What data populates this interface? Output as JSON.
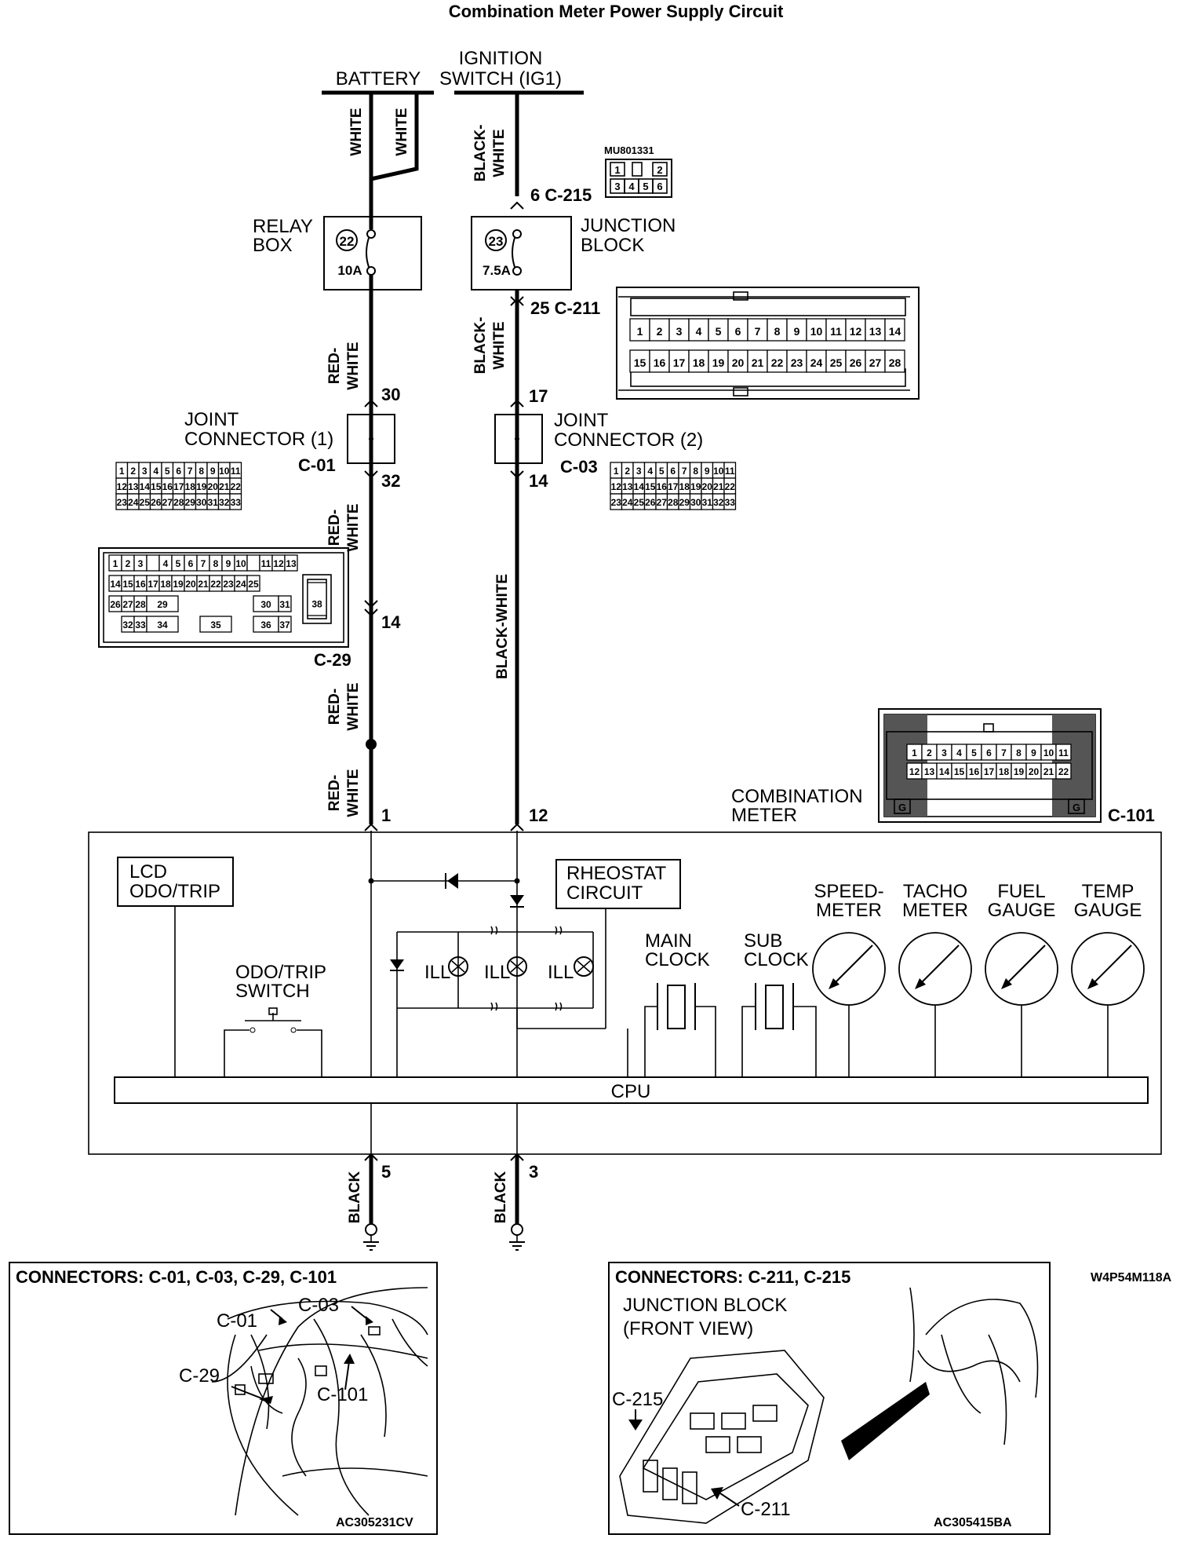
{
  "title": "Combination Meter Power Supply Circuit",
  "sources": {
    "battery": "BATTERY",
    "ignition_line1": "IGNITION",
    "ignition_line2": "SWITCH (IG1)"
  },
  "wires": {
    "white": "WHITE",
    "black_white_a": "BLACK-",
    "black_white_b": "WHITE",
    "red_white_a": "RED-",
    "red_white_b": "WHITE",
    "black_white_long": "BLACK-WHITE",
    "black": "BLACK"
  },
  "relay_box": {
    "line1": "RELAY",
    "line2": "BOX",
    "fuse_no": "22",
    "fuse_rating": "10A"
  },
  "junction_block": {
    "line1": "JUNCTION",
    "line2": "BLOCK",
    "fuse_no": "23",
    "fuse_rating": "7.5A"
  },
  "part_no": "MU801331",
  "pins": {
    "c215": "6 C-215",
    "c211": "25 C-211",
    "p30": "30",
    "p17": "17",
    "p32": "32",
    "p14a": "14",
    "p14b": "14",
    "p1": "1",
    "p12": "12",
    "p5": "5",
    "p3": "3"
  },
  "joint_connector_1": {
    "line1": "JOINT",
    "line2": "CONNECTOR (1)",
    "id": "C-01"
  },
  "joint_connector_2": {
    "line1": "JOINT",
    "line2": "CONNECTOR (2)",
    "id": "C-03"
  },
  "c29_label": "C-29",
  "meter": {
    "line1": "COMBINATION",
    "line2": "METER",
    "id": "C-101",
    "ground_mark": "G"
  },
  "blocks": {
    "lcd_line1": "LCD",
    "lcd_line2": "ODO/TRIP",
    "rheostat_line1": "RHEOSTAT",
    "rheostat_line2": "CIRCUIT",
    "odo_switch_line1": "ODO/TRIP",
    "odo_switch_line2": "SWITCH",
    "ill": "ILL",
    "main_clock_line1": "MAIN",
    "main_clock_line2": "CLOCK",
    "sub_clock_line1": "SUB",
    "sub_clock_line2": "CLOCK",
    "cpu": "CPU"
  },
  "gauges": [
    {
      "line1": "SPEED-",
      "line2": "METER"
    },
    {
      "line1": "TACHO",
      "line2": "METER"
    },
    {
      "line1": "FUEL",
      "line2": "GAUGE"
    },
    {
      "line1": "TEMP",
      "line2": "GAUGE"
    }
  ],
  "locator_left": {
    "title": "CONNECTORS: C-01, C-03, C-29, C-101",
    "labels": [
      "C-01",
      "C-03",
      "C-29",
      "C-101"
    ],
    "code": "AC305231CV"
  },
  "locator_right": {
    "title": "CONNECTORS: C-211, C-215",
    "subtitle_line1": "JUNCTION BLOCK",
    "subtitle_line2": "(FRONT VIEW)",
    "labels": [
      "C-215",
      "C-211"
    ],
    "code": "AC305415BA"
  },
  "figure_code": "W4P54M118A"
}
